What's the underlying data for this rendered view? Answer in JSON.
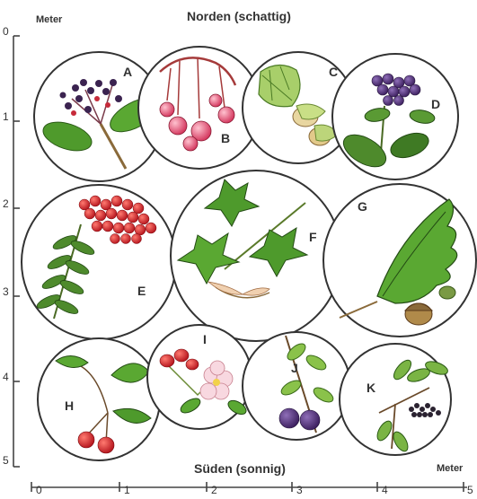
{
  "labels": {
    "north": "Norden (schattig)",
    "south": "Süden (sonnig)",
    "unit_left": "Meter",
    "unit_bottom": "Meter"
  },
  "axis_left_ticks": [
    "0",
    "1",
    "2",
    "3",
    "4",
    "5"
  ],
  "axis_bottom_ticks": [
    "0",
    "1",
    "2",
    "3",
    "4",
    "5"
  ],
  "plants": [
    {
      "letter": "A"
    },
    {
      "letter": "B"
    },
    {
      "letter": "C"
    },
    {
      "letter": "D"
    },
    {
      "letter": "E"
    },
    {
      "letter": "F"
    },
    {
      "letter": "G"
    },
    {
      "letter": "H"
    },
    {
      "letter": "I"
    },
    {
      "letter": "J"
    },
    {
      "letter": "K"
    }
  ]
}
